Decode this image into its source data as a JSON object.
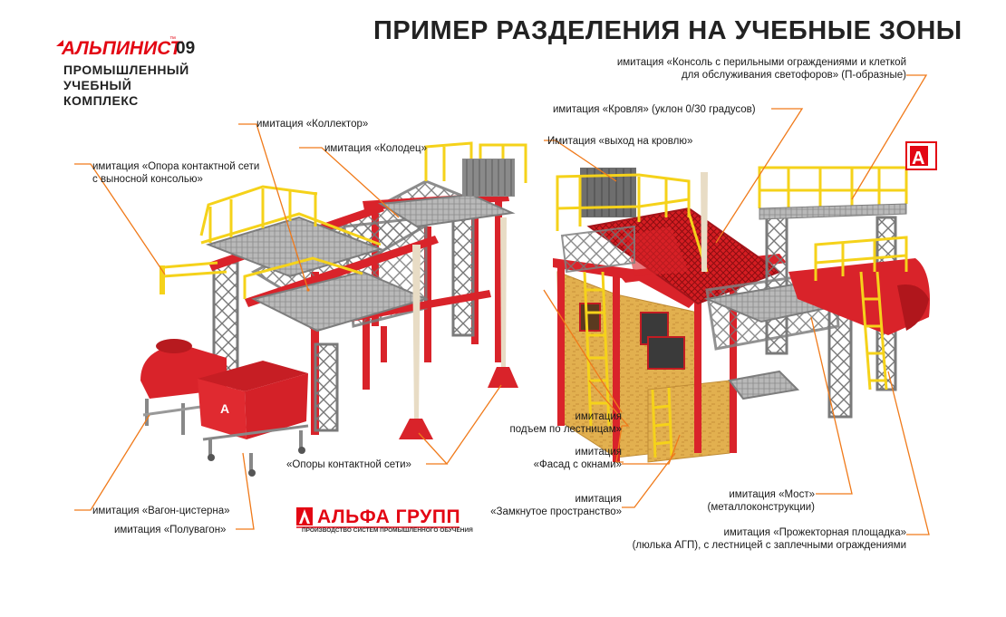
{
  "title": "ПРИМЕР РАЗДЕЛЕНИЯ НА УЧЕБНЫЕ ЗОНЫ",
  "brand": {
    "name": "АЛЬПИНИСТ",
    "number": "09",
    "tm": "™",
    "subtitle": [
      "ПРОМЫШЛЕННЫЙ",
      "УЧЕБНЫЙ",
      "КОМПЛЕКС"
    ]
  },
  "company": {
    "name": "АЛЬФА ГРУПП",
    "tagline": "ПРОИЗВОДСТВО СИСТЕМ ПРОМЫШЛЕННОГО ОБУЧЕНИЯ",
    "logo_letter": "А"
  },
  "colors": {
    "accent": "#e30613",
    "leader": "#f07a1a",
    "yellow": "#f5d21a",
    "grey": "#8e8e8e",
    "wood": "#e2b04f"
  },
  "labels": {
    "collector": "имитация «Коллектор»",
    "well": "имитация «Колодец»",
    "support_1": "имитация «Опора контактной сети",
    "support_2": "с выносной консолью»",
    "supports": "«Опоры контактной сети»",
    "tank_wagon": "имитация «Вагон-цистерна»",
    "gondola": "имитация «Полувагон»",
    "console_1": "имитация «Консоль с перильными ограждениями и клеткой",
    "console_2": "для обслуживания светофоров» (П-образные)",
    "roof": "имитация «Кровля» (уклон 0/30 градусов)",
    "roof_exit": "Имитация «выход на кровлю»",
    "ladder_1": "имитация",
    "ladder_2": "подъем по лестницам»",
    "facade_1": "имитация",
    "facade_2": "«Фасад с окнами»",
    "closed_1": "имитация",
    "closed_2": "«Замкнутое пространство»",
    "bridge_1": "имитация «Мост»",
    "bridge_2": "(металлоконструкции)",
    "spot_1": "имитация «Прожекторная площадка»",
    "spot_2": "(люлька АГП), с лестницей с заплечными ограждениями"
  }
}
